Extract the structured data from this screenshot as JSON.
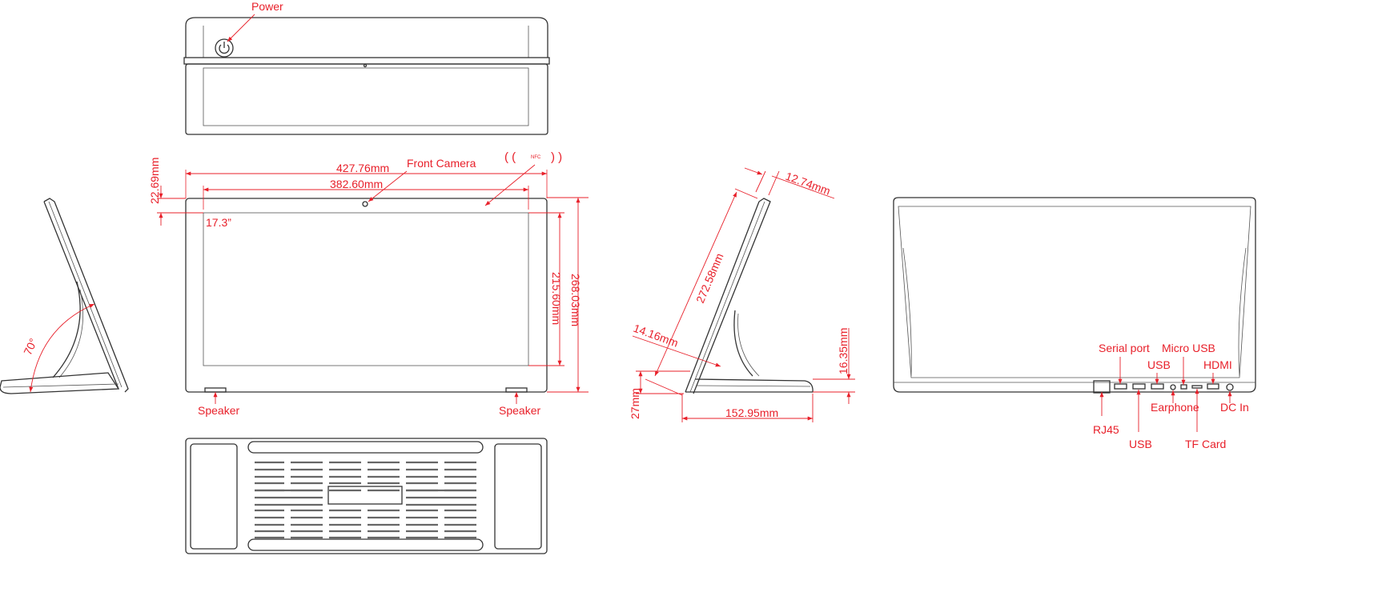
{
  "colors": {
    "annotation": "#e8202a",
    "outline": "#333333"
  },
  "top_view": {
    "power_label": "Power"
  },
  "front_view": {
    "width_outer": "427.76mm",
    "width_screen": "382.60mm",
    "front_camera_label": "Front Camera",
    "nfc_label": "NFC",
    "bezel_top": "22.69mm",
    "diagonal": "17.3”",
    "height_screen": "215.60mm",
    "height_outer": "268.03mm",
    "speaker_left": "Speaker",
    "speaker_right": "Speaker"
  },
  "left_side_view": {
    "angle": "70°"
  },
  "side_view": {
    "thickness": "12.74mm",
    "length": "272.58mm",
    "stand_thickness": "14.16mm",
    "base_height": "16.35mm",
    "lift_height": "27mm",
    "base_depth": "152.95mm"
  },
  "rear_view": {
    "ports": [
      "Serial port",
      "Micro USB",
      "USB",
      "HDMI",
      "RJ45",
      "USB",
      "Earphone",
      "TF Card",
      "DC In"
    ]
  }
}
